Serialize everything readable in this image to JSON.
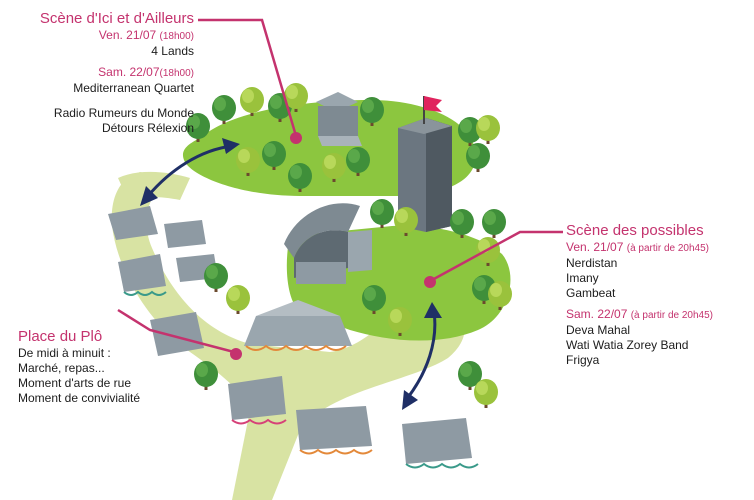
{
  "colors": {
    "accent": "#c4336e",
    "arrow": "#1f2f66",
    "lawn": "#8cc63f",
    "path": "#d8e3a3",
    "tower": "#5f6a72",
    "tent": "#8e9aa3",
    "flag": "#e0245e"
  },
  "icons": [
    "tree-icon",
    "stage-icon",
    "tower-icon",
    "flag-icon",
    "tent-icon",
    "arrow-icon"
  ],
  "scene_ici": {
    "title": "Scène d'Ici et d'Ailleurs",
    "day1_date": "Ven. 21/07",
    "day1_time": "(18h00)",
    "day1_acts": [
      "4 Lands"
    ],
    "day2_date": "Sam. 22/07",
    "day2_time": "(18h00)",
    "day2_acts": [
      "Mediterranean Quartet"
    ],
    "extra": [
      "Radio Rumeurs du Monde",
      "Détours Rélexion"
    ]
  },
  "scene_possibles": {
    "title": "Scène des possibles",
    "day1_date": "Ven. 21/07",
    "day1_time": "(à partir de 20h45)",
    "day1_acts": [
      "Nerdistan",
      "Imany",
      "Gambeat"
    ],
    "day2_date": "Sam. 22/07",
    "day2_time": "(à partir de 20h45)",
    "day2_acts": [
      "Deva Mahal",
      "Wati Watia Zorey Band",
      "Frigya"
    ]
  },
  "place_plo": {
    "title": "Place du Plô",
    "lines": [
      "De midi à minuit :",
      "Marché, repas...",
      "Moment d'arts de rue",
      "Moment de convivialité"
    ]
  }
}
